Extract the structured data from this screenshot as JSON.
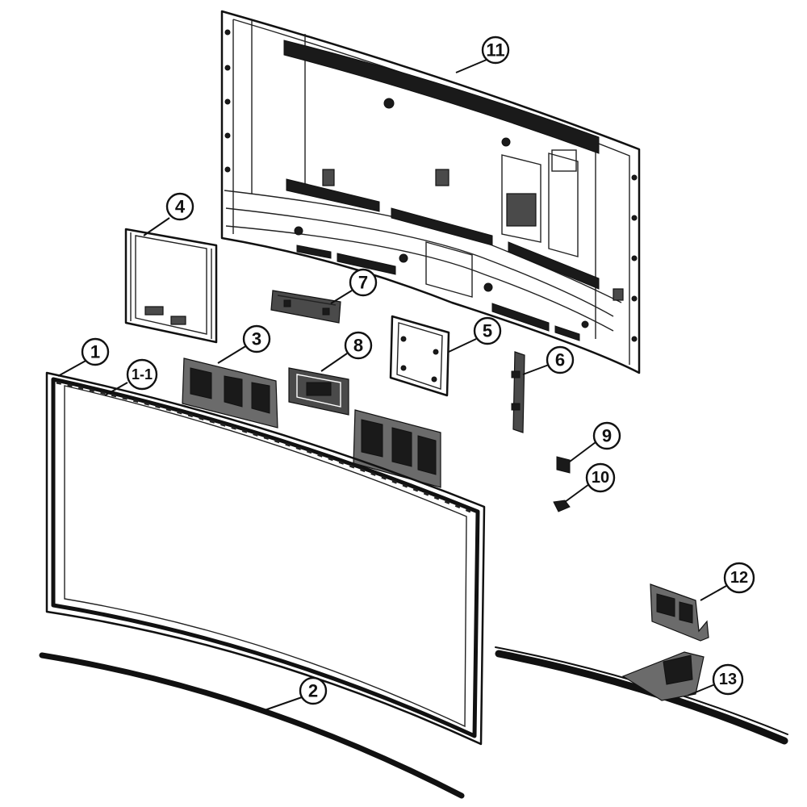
{
  "callouts": [
    {
      "id": "1",
      "label": "1"
    },
    {
      "id": "1-1",
      "label": "1-1"
    },
    {
      "id": "2",
      "label": "2"
    },
    {
      "id": "3",
      "label": "3"
    },
    {
      "id": "4",
      "label": "4"
    },
    {
      "id": "5",
      "label": "5"
    },
    {
      "id": "6",
      "label": "6"
    },
    {
      "id": "7",
      "label": "7"
    },
    {
      "id": "8",
      "label": "8"
    },
    {
      "id": "9",
      "label": "9"
    },
    {
      "id": "10",
      "label": "10"
    },
    {
      "id": "11",
      "label": "11"
    },
    {
      "id": "12",
      "label": "12"
    },
    {
      "id": "13",
      "label": "13"
    }
  ]
}
